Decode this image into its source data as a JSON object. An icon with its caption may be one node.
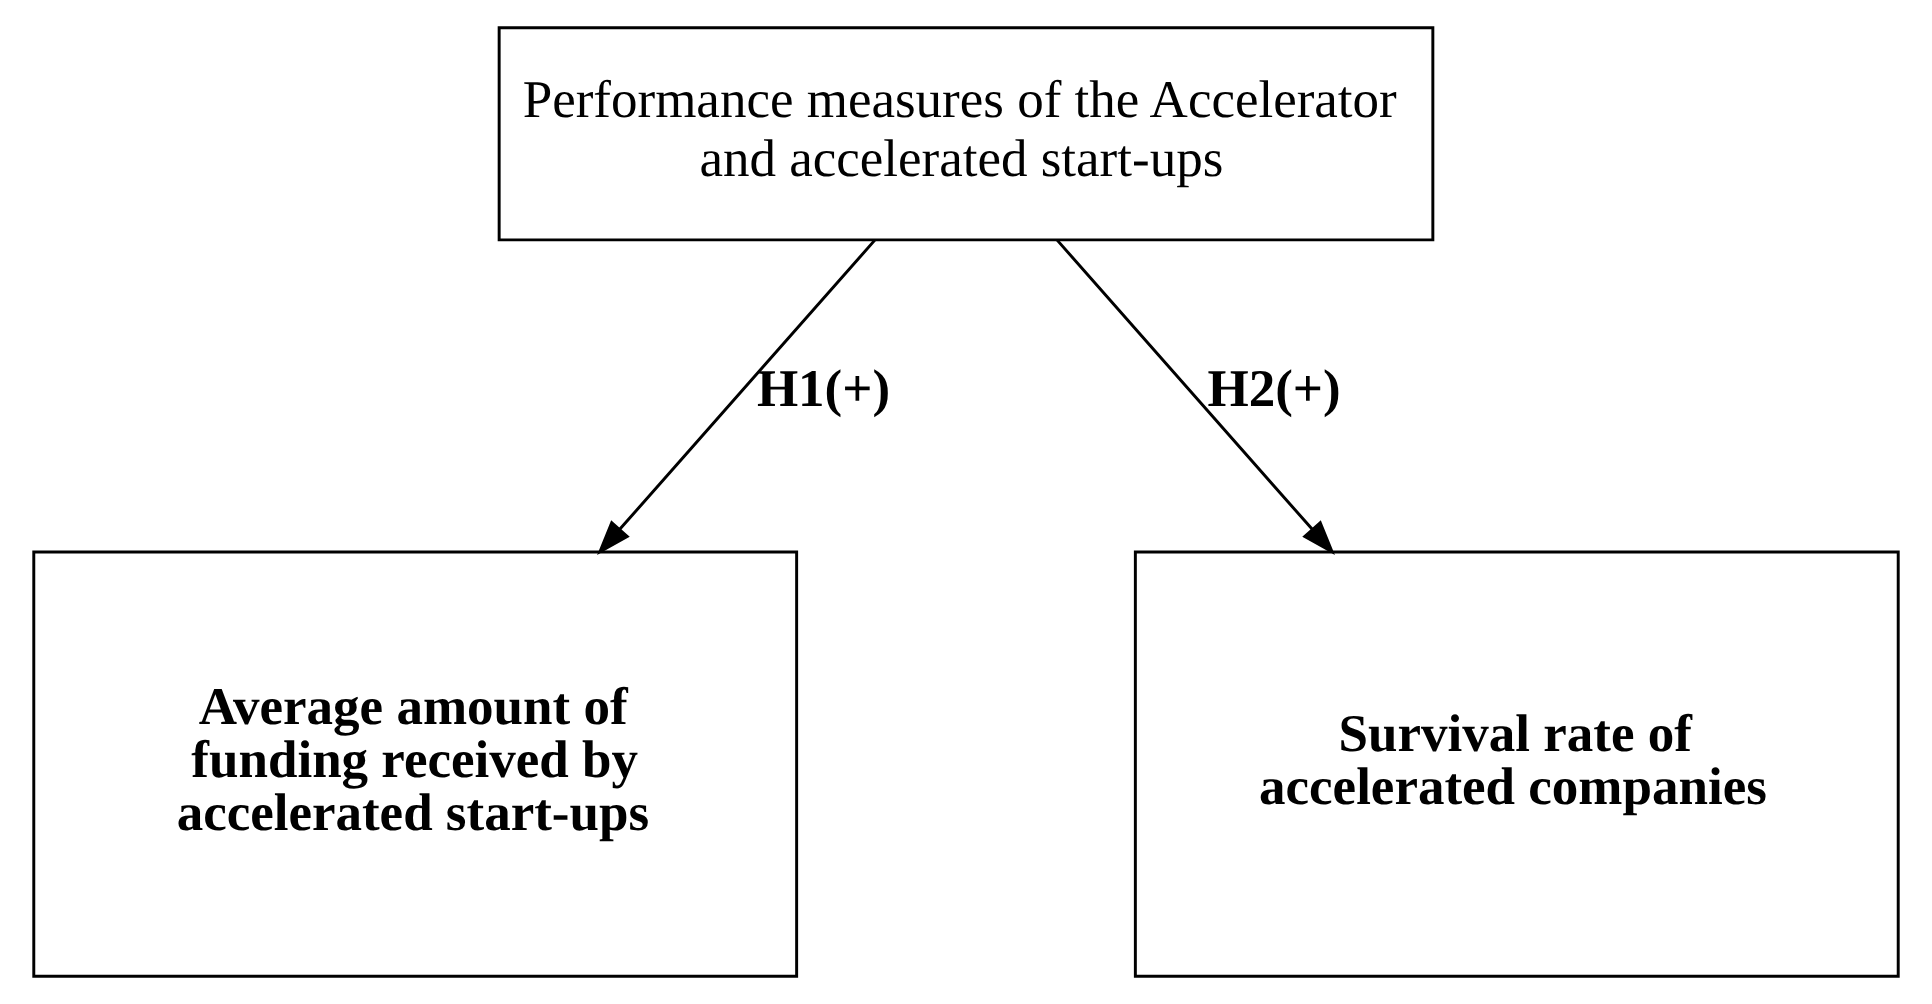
{
  "diagram": {
    "nodes": [
      {
        "text": [
          "Performance measures of the Accelerator and accelerated start-ups"
        ]
      },
      {
        "text": [
          "Average amount of funding received by accelerated start-ups"
        ]
      },
      {
        "text": [
          "Survival rate of accelerated companies"
        ]
      }
    ],
    "edges": [
      {
        "from": 0,
        "to": 1,
        "arrow": "to",
        "label": "H1(+)"
      },
      {
        "from": 0,
        "to": 2,
        "arrow": "to",
        "label": "H2(+)"
      }
    ]
  }
}
